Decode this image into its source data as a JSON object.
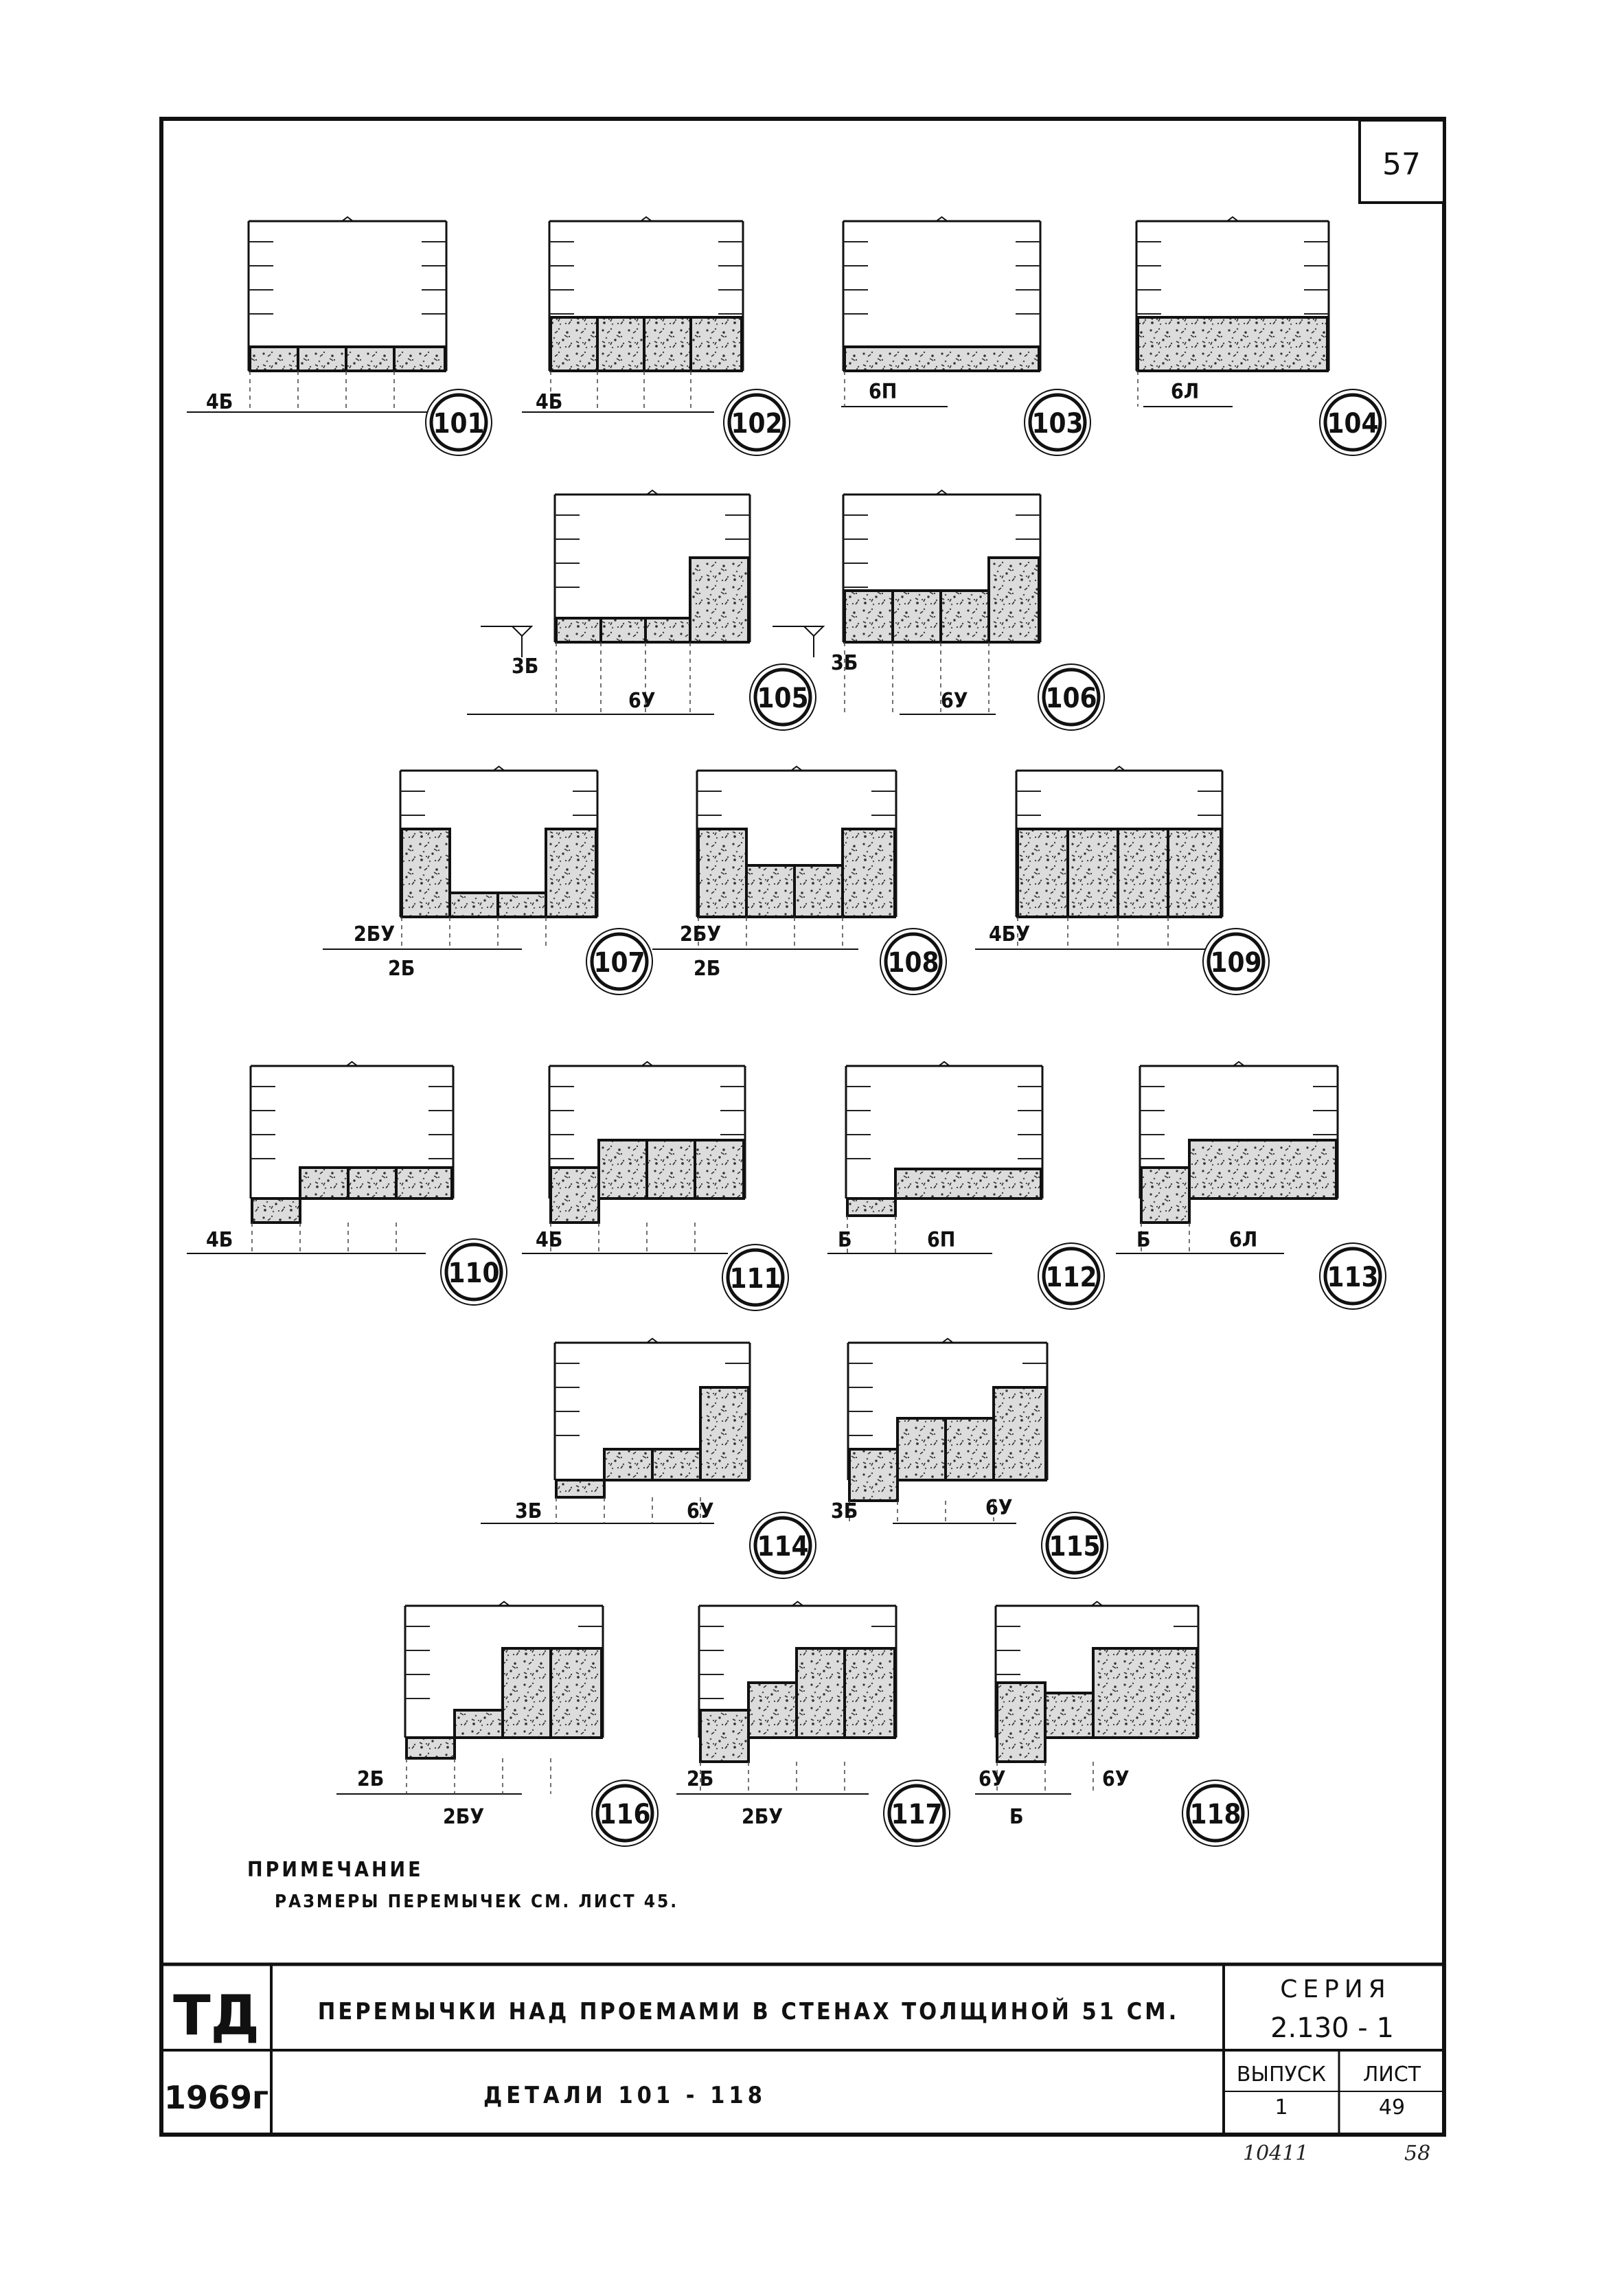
{
  "page_number": "57",
  "details": [
    {
      "id": "101",
      "labels": [
        "4Б"
      ]
    },
    {
      "id": "102",
      "labels": [
        "4Б"
      ]
    },
    {
      "id": "103",
      "labels": [
        "6П"
      ]
    },
    {
      "id": "104",
      "labels": [
        "6Л"
      ]
    },
    {
      "id": "105",
      "labels": [
        "3Б",
        "6У"
      ]
    },
    {
      "id": "106",
      "labels": [
        "3Б",
        "6У"
      ]
    },
    {
      "id": "107",
      "labels": [
        "2БУ",
        "2Б"
      ]
    },
    {
      "id": "108",
      "labels": [
        "2БУ",
        "2Б"
      ]
    },
    {
      "id": "109",
      "labels": [
        "4БУ"
      ]
    },
    {
      "id": "110",
      "labels": [
        "4Б"
      ]
    },
    {
      "id": "111",
      "labels": [
        "4Б"
      ]
    },
    {
      "id": "112",
      "labels": [
        "Б",
        "6П"
      ]
    },
    {
      "id": "113",
      "labels": [
        "Б",
        "6Л"
      ]
    },
    {
      "id": "114",
      "labels": [
        "3Б",
        "6У"
      ]
    },
    {
      "id": "115",
      "labels": [
        "3Б",
        "6У"
      ]
    },
    {
      "id": "116",
      "labels": [
        "2Б",
        "2БУ"
      ]
    },
    {
      "id": "117",
      "labels": [
        "2Б",
        "2БУ"
      ]
    },
    {
      "id": "118",
      "labels": [
        "6У",
        "6У",
        "Б"
      ]
    }
  ],
  "note": {
    "heading": "ПРИМЕЧАНИЕ",
    "text": "РАЗМЕРЫ ПЕРЕМЫЧЕК   СМ. ЛИСТ 45."
  },
  "title_block": {
    "logo": "ТД",
    "year": "1969г",
    "title": "ПЕРЕМЫЧКИ  НАД  ПРОЕМАМИ  В  СТЕНАХ ТОЛЩИНОЙ 51 СМ.",
    "subtitle": "ДЕТАЛИ  101 - 118",
    "series_label": "СЕРИЯ",
    "series_value": "2.130 - 1",
    "issue_label": "ВЫПУСК",
    "issue_value": "1",
    "sheet_label": "ЛИСТ",
    "sheet_value": "49"
  },
  "handwritten": {
    "left": "10411",
    "right": "58"
  }
}
